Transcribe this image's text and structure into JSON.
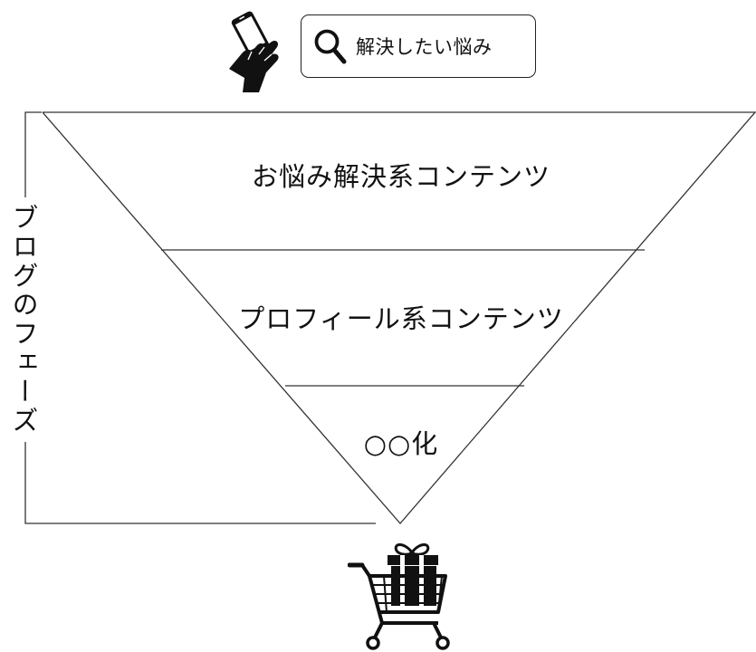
{
  "search": {
    "text": "解決したい悩み"
  },
  "funnel": {
    "tiers": [
      {
        "label": "お悩み解決系コンテンツ"
      },
      {
        "label": "プロフィール系コンテンツ"
      },
      {
        "label": "○○化"
      }
    ]
  },
  "phase": {
    "label": "ブログのフェーズ"
  },
  "icons": {
    "top": "hand-holding-smartphone-icon",
    "search": "magnifier-icon",
    "bottom": "shopping-cart-with-gift-icon"
  },
  "colors": {
    "line": "#333333",
    "fill": "#111111",
    "background": "#ffffff"
  }
}
